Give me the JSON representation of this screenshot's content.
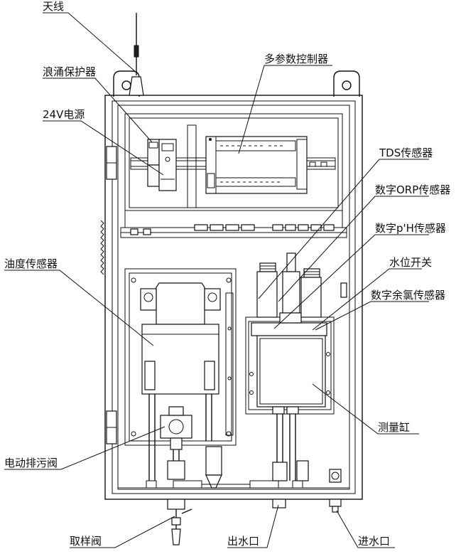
{
  "labels": {
    "antenna": "天线",
    "surge": "浪涌保护器",
    "power24": "24V电源",
    "controller": "多参数控制器",
    "tds": "TDS传感器",
    "orp": "数字ORP传感器",
    "ph": "数字p'H传感器",
    "level": "水位开关",
    "chlorine": "数字余氯传感器",
    "oil": "油度传感器",
    "cylinder": "测量缸",
    "valve": "电动排污阀",
    "sample": "取样阀",
    "outlet": "出水口",
    "inlet": "进水口"
  }
}
